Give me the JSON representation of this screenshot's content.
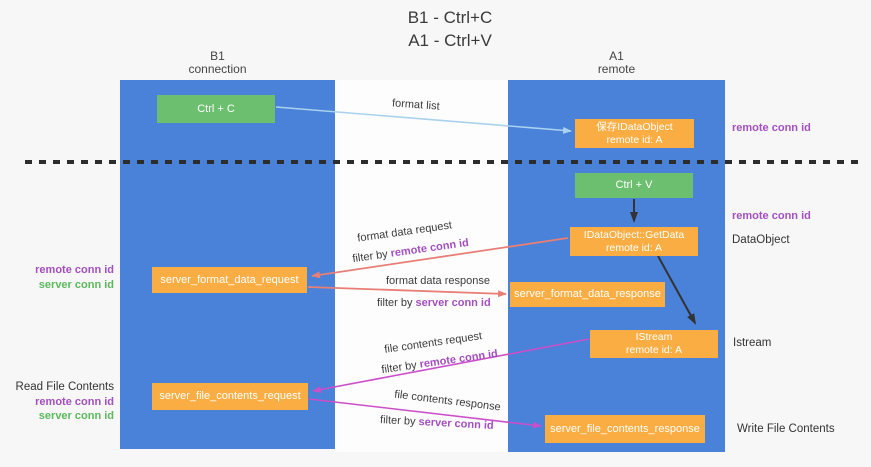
{
  "title": {
    "line1": "B1 - Ctrl+C",
    "line2": "A1 - Ctrl+V"
  },
  "lanes": {
    "left": {
      "title": "B1",
      "subtitle": "connection"
    },
    "right": {
      "title": "A1",
      "subtitle": "remote"
    }
  },
  "nodes": {
    "ctrl_c": {
      "label": "Ctrl + C"
    },
    "saved_idataobject": {
      "line1": "保存IDataObject",
      "line2": "remote id: A"
    },
    "ctrl_v": {
      "label": "Ctrl + V"
    },
    "getdata": {
      "line1": "IDataObject::GetData",
      "line2": "remote id: A"
    },
    "server_format_data_request": {
      "label": "server_format_data_request"
    },
    "server_format_data_response": {
      "label": "server_format_data_response"
    },
    "istream": {
      "line1": "IStream",
      "line2": "remote id: A"
    },
    "server_file_contents_request": {
      "label": "server_file_contents_request"
    },
    "server_file_contents_response": {
      "label": "server_file_contents_response"
    }
  },
  "edges": {
    "format_list": "format list",
    "format_data_request": "format data request",
    "format_data_response": "format data response",
    "file_contents_request": "file contents request",
    "file_contents_response": "file contents response",
    "filter_by": "filter by ",
    "remote_conn_id": "remote conn id",
    "server_conn_id": "server conn id"
  },
  "annotations": {
    "right_remote_conn_id_top": "remote conn id",
    "right_remote_conn_id_mid": "remote conn id",
    "dataobject": "DataObject",
    "istream": "Istream",
    "write_file_contents": "Write File Contents",
    "left_remote_conn_id_top": "remote conn id",
    "left_server_conn_id_top": "server conn id",
    "read_file_contents": "Read File Contents",
    "left_remote_conn_id_bottom": "remote conn id",
    "left_server_conn_id_bottom": "server conn id"
  },
  "colors": {
    "lane_blue": "#4a81d9",
    "node_orange": "#f9ad42",
    "node_green": "#6cbf6e",
    "purple_text": "#a44fc0",
    "green_text": "#5cb85c",
    "arrow_red": "#e87f77",
    "arrow_magenta": "#cb4fc9",
    "arrow_blue": "#a9d2ee",
    "arrow_black": "#333333"
  }
}
